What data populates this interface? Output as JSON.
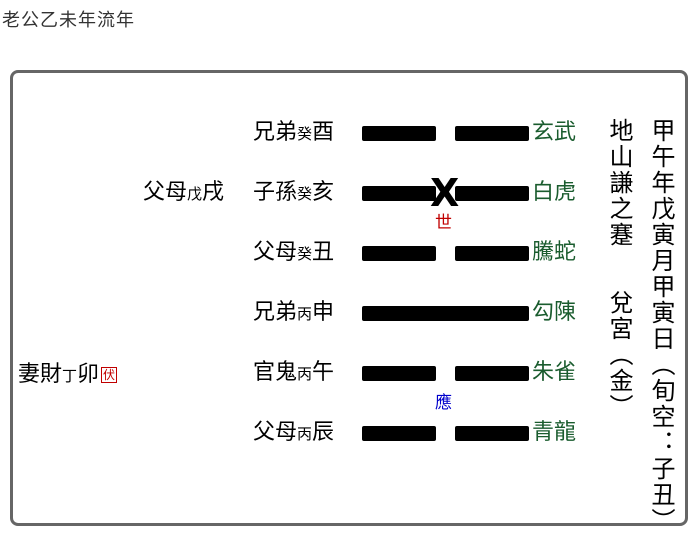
{
  "page_title": "老公乙未年流年",
  "date_column": "甲午年戊寅月甲寅日（旬空：子丑）",
  "hexagram_name": "地山謙之蹇",
  "palace": "兌宮（金）",
  "hidden_god": {
    "relation": "妻財",
    "stem": "丁",
    "branch": "卯",
    "stamp": "伏"
  },
  "lines": [
    {
      "relation": "兄弟",
      "stem": "癸",
      "branch": "酉",
      "type": "yin",
      "animal": "玄武"
    },
    {
      "changed": {
        "relation": "父母",
        "stem": "戊",
        "branch": "戌"
      },
      "relation": "子孫",
      "stem": "癸",
      "branch": "亥",
      "type": "yin",
      "moving": "X",
      "marker": "世",
      "animal": "白虎"
    },
    {
      "relation": "父母",
      "stem": "癸",
      "branch": "丑",
      "type": "yin",
      "animal": "騰蛇"
    },
    {
      "relation": "兄弟",
      "stem": "丙",
      "branch": "申",
      "type": "yang",
      "animal": "勾陳"
    },
    {
      "relation": "官鬼",
      "stem": "丙",
      "branch": "午",
      "type": "yin",
      "marker": "應",
      "animal": "朱雀"
    },
    {
      "relation": "父母",
      "stem": "丙",
      "branch": "辰",
      "type": "yin",
      "animal": "青龍"
    }
  ],
  "colors": {
    "animal": "#1a5c2e",
    "shi": "#c00000",
    "ying": "#0000cc",
    "frame": "#666666"
  }
}
